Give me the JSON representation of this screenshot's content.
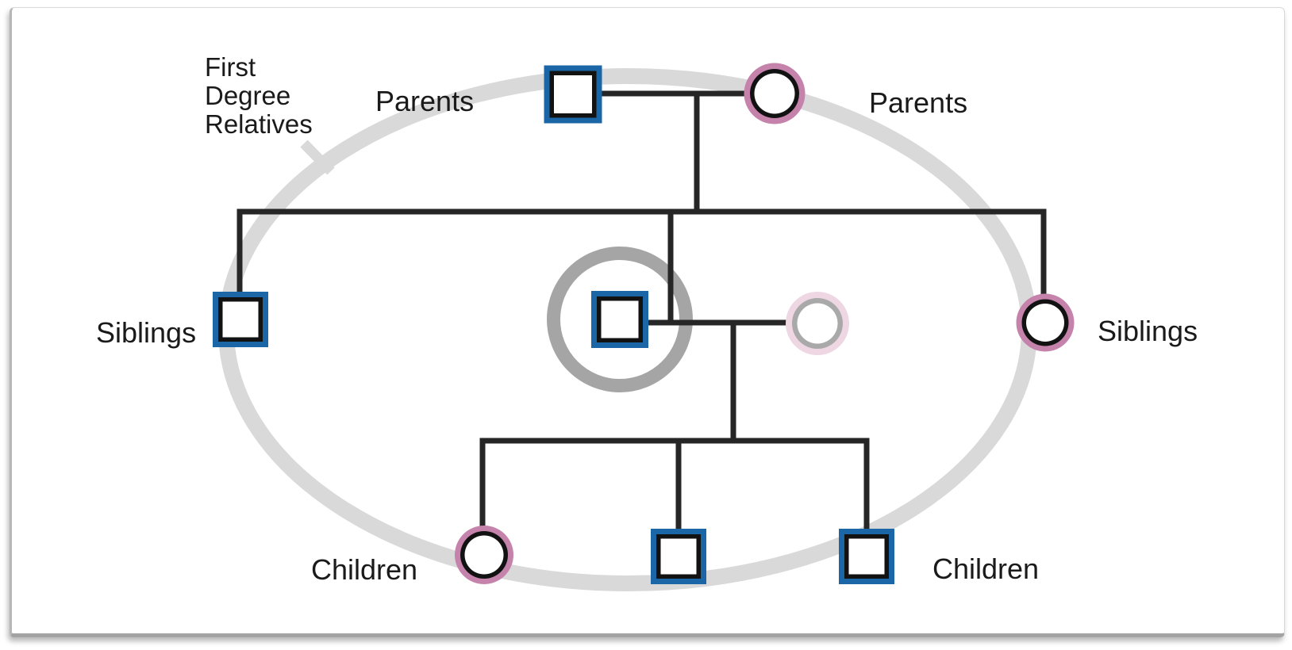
{
  "diagram": {
    "type": "family-pedigree",
    "annotation": {
      "lines": [
        "First",
        "Degree",
        "Relatives"
      ]
    },
    "labels": {
      "parents_left": "Parents",
      "parents_right": "Parents",
      "siblings_left": "Siblings",
      "siblings_right": "Siblings",
      "children_left": "Children",
      "children_right": "Children"
    },
    "people": [
      {
        "id": "father",
        "generation": "parents",
        "sex": "male"
      },
      {
        "id": "mother",
        "generation": "parents",
        "sex": "female"
      },
      {
        "id": "brother",
        "generation": "siblings",
        "sex": "male"
      },
      {
        "id": "proband",
        "generation": "siblings",
        "sex": "male",
        "highlighted": true
      },
      {
        "id": "partner",
        "generation": "siblings",
        "sex": "female",
        "first_degree": false,
        "faded": true
      },
      {
        "id": "sister",
        "generation": "siblings",
        "sex": "female"
      },
      {
        "id": "daughter",
        "generation": "children",
        "sex": "female"
      },
      {
        "id": "son_middle",
        "generation": "children",
        "sex": "male"
      },
      {
        "id": "son_right",
        "generation": "children",
        "sex": "male"
      }
    ],
    "colors": {
      "male": "#1a66a6",
      "female": "#c583ac",
      "partner_faded": "#eed6e2",
      "partner_gray": "#a9a9a9",
      "highlight_ring": "#a5a5a5",
      "boundary_ellipse": "#d9d9d9",
      "line": "#262626",
      "outline": "#121212",
      "core": "#ffffff",
      "text": "#1a1a1a"
    }
  }
}
